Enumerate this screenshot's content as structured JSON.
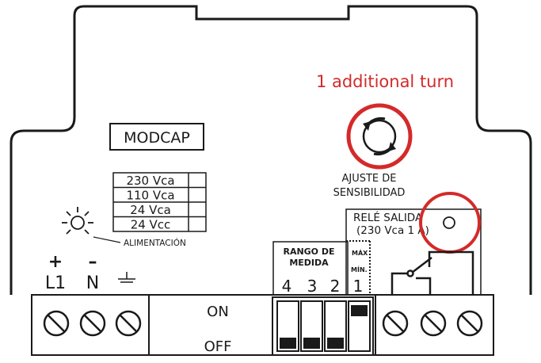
{
  "annotation": {
    "text": "1 additional turn",
    "color": "#d42a2a"
  },
  "colors": {
    "outline": "#1a1a1a",
    "highlight": "#d42a2a",
    "background": "#ffffff"
  },
  "model_label": "MODCAP",
  "power_supply": {
    "voltages": [
      "230 Vca",
      "110 Vca",
      "24 Vca",
      "24 Vcc"
    ],
    "label": "ALIMENTACIÓN",
    "icon": "light-indicator-icon"
  },
  "sensitivity": {
    "label_line1": "AJUSTE DE",
    "label_line2": "SENSIBILIDAD",
    "icon": "rotate-arrows-icon"
  },
  "relay": {
    "label_line1": "RELÉ SALIDA",
    "label_line2": "(230 Vca 1 A)",
    "icon": "relay-contact-icon"
  },
  "range": {
    "label_line1": "RANGO DE",
    "label_line2": "MEDIDA",
    "numbers": [
      "4",
      "3",
      "2",
      "1"
    ],
    "max_label": "MÁX",
    "min_label": "MÍN."
  },
  "switch": {
    "on_label": "ON",
    "off_label": "OFF"
  },
  "terminals_left": {
    "plus": "+",
    "minus": "–",
    "l1": "L1",
    "n": "N",
    "ground_icon": "ground-icon"
  }
}
